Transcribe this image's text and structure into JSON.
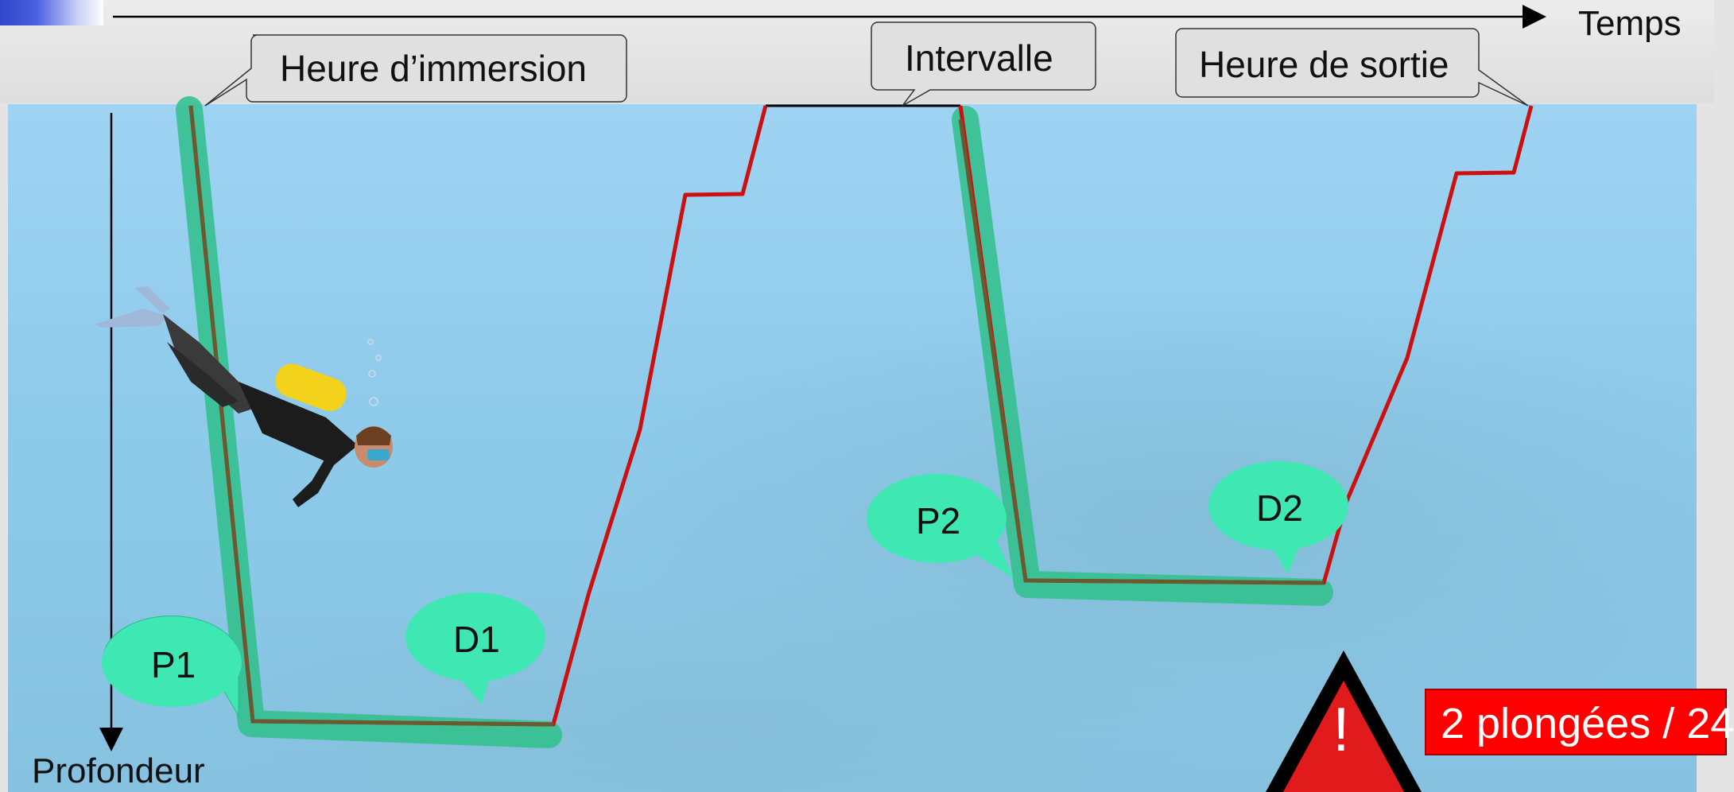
{
  "axes": {
    "time_label": "Temps",
    "depth_label": "Profondeur"
  },
  "callouts": {
    "immersion": "Heure d’immersion",
    "interval": "Intervalle",
    "exit": "Heure de sortie"
  },
  "bubbles": {
    "p1": "P1",
    "d1": "D1",
    "p2": "P2",
    "d2": "D2"
  },
  "warning": {
    "icon_symbol": "!",
    "text": "2 plongées / 24"
  },
  "colors": {
    "profile_red": "#cc1010",
    "highlight_green": "#2fc08a",
    "bubble_green": "#3fe8b2",
    "warning_red": "#ff0000"
  },
  "icons": [
    "diver-illustration",
    "warning-triangle-icon"
  ]
}
